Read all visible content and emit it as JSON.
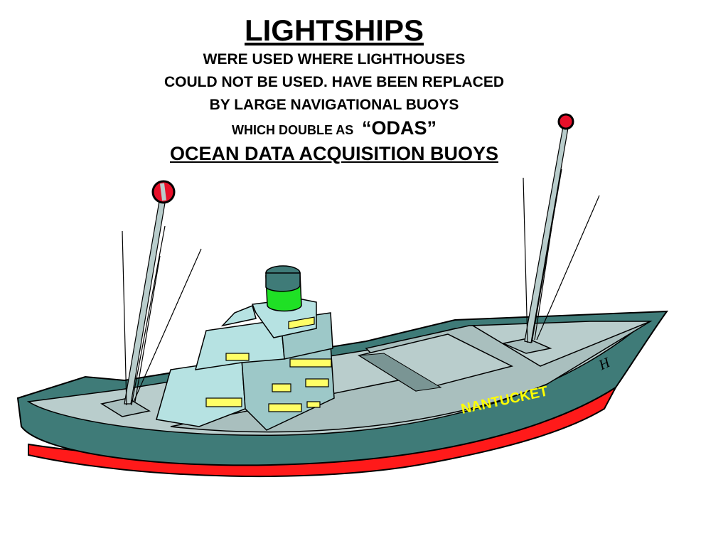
{
  "title": "LIGHTSHIPS",
  "lines": [
    "WERE USED WHERE LIGHTHOUSES",
    "COULD NOT BE USED.  HAVE BEEN REPLACED",
    "BY LARGE NAVIGATIONAL BUOYS"
  ],
  "double_line": {
    "prefix": "WHICH DOUBLE AS",
    "highlight": "“ODAS”"
  },
  "subtitle": "OCEAN DATA ACQUISITION BUOYS",
  "ship": {
    "name": "NANTUCKET",
    "bow_mark": "H",
    "colors": {
      "hull": "#3f7b78",
      "waterline": "#ff1a1a",
      "deck": "#a9bfbe",
      "superstructure": "#b6e2e2",
      "funnel_band": "#1fe025",
      "masthead_light": "#e8102a",
      "window": "#ffff66"
    }
  }
}
